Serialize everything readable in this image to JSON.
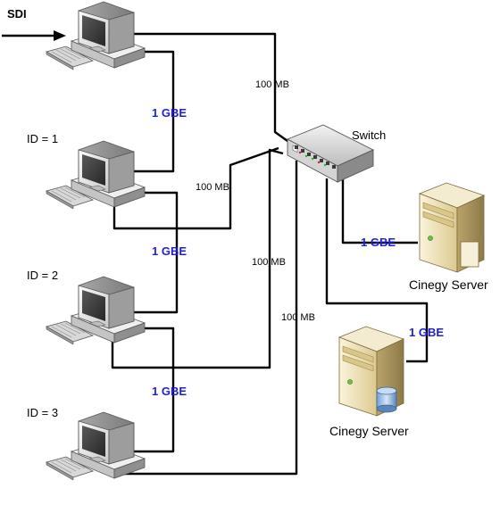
{
  "diagram": {
    "source_label": "SDI",
    "switch_label": "Switch",
    "workstation_ids": [
      "ID = 1",
      "ID = 2",
      "ID = 3"
    ],
    "link_labels": {
      "gbe": "1 GBE",
      "mb": "100 MB"
    },
    "servers": [
      "Cinegy Server",
      "Cinegy Server"
    ]
  },
  "colors": {
    "gbe_text": "#1f1fd6",
    "cable": "#000000",
    "computer_body": "#e9e9e9",
    "computer_screen": "#404040",
    "server_body": "#efe3bd"
  },
  "icons": [
    "workstation-icon",
    "switch-icon",
    "server-icon"
  ]
}
